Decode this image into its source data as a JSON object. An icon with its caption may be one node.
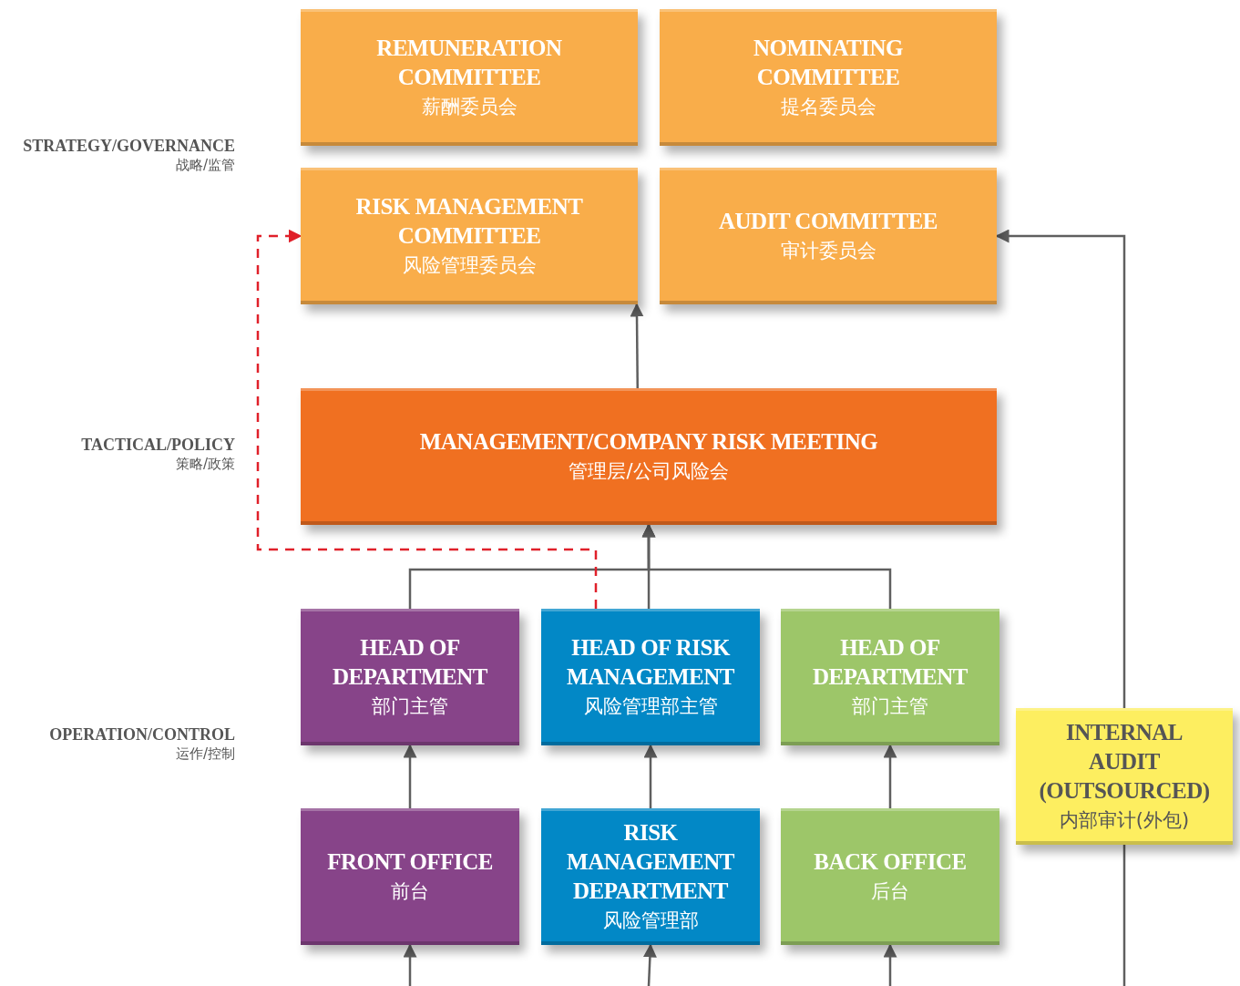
{
  "diagram": {
    "nodes": [
      {
        "text": [
          "REMUNERATION COMMITTEE",
          "薪酬委员会"
        ]
      },
      {
        "text": [
          "NOMINATING COMMITTEE",
          "提名委员会"
        ]
      },
      {
        "text": [
          "RISK MANAGEMENT COMMITTEE",
          "风险管理委员会"
        ]
      },
      {
        "text": [
          "AUDIT COMMITTEE",
          "审计委员会"
        ]
      },
      {
        "text": [
          "MANAGEMENT/COMPANY RISK MEETING",
          "管理层/公司风险会"
        ]
      },
      {
        "text": [
          "HEAD OF DEPARTMENT",
          "部门主管"
        ]
      },
      {
        "text": [
          "HEAD OF RISK MANAGEMENT",
          "风险管理部主管"
        ]
      },
      {
        "text": [
          "HEAD OF DEPARTMENT",
          "部门主管"
        ]
      },
      {
        "text": [
          "FRONT OFFICE",
          "前台"
        ]
      },
      {
        "text": [
          "RISK MANAGEMENT DEPARTMENT",
          "风险管理部"
        ]
      },
      {
        "text": [
          "BACK OFFICE",
          "后台"
        ]
      },
      {
        "text": [
          "INTERNAL AUDIT (OUTSOURCED)",
          "内部审计(外包)"
        ]
      }
    ],
    "edges": [
      {
        "from": 4,
        "to": 2,
        "arrow": "to"
      },
      {
        "from": 5,
        "to": 4,
        "arrow": "to"
      },
      {
        "from": 6,
        "to": 4,
        "arrow": "to"
      },
      {
        "from": 7,
        "to": 4,
        "arrow": "to"
      },
      {
        "from": 6,
        "to": 2,
        "arrow": "to",
        "style": "dashed",
        "color": "#e0202a"
      },
      {
        "from": 8,
        "to": 5,
        "arrow": "to"
      },
      {
        "from": 9,
        "to": 6,
        "arrow": "to"
      },
      {
        "from": 10,
        "to": 7,
        "arrow": "to"
      },
      {
        "from": null,
        "to": 8,
        "arrow": "to"
      },
      {
        "from": null,
        "to": 9,
        "arrow": "to"
      },
      {
        "from": null,
        "to": 10,
        "arrow": "to"
      },
      {
        "from": 11,
        "to": 3,
        "arrow": "to"
      },
      {
        "from": 11,
        "to": null,
        "arrow": "none"
      }
    ],
    "labels": [
      "STRATEGY/GOVERNANCE",
      "战略/监管",
      "TACTICAL/POLICY",
      "策略/政策",
      "OPERATION/CONTROL",
      "运作/控制"
    ]
  }
}
